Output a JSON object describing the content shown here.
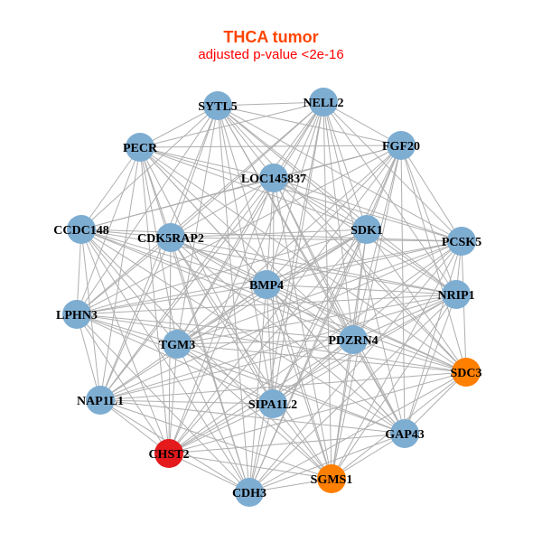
{
  "title": "THCA tumor",
  "subtitle": "adjusted p-value <2e-16",
  "colors": {
    "default": "#7EADD2",
    "orange": "#FF7F00",
    "red": "#E41A1C",
    "edge": "#AFAFAF"
  },
  "nodes": [
    {
      "id": "SYTL5",
      "color": "default"
    },
    {
      "id": "NELL2",
      "color": "default"
    },
    {
      "id": "PECR",
      "color": "default"
    },
    {
      "id": "FGF20",
      "color": "default"
    },
    {
      "id": "LOC145837",
      "color": "default"
    },
    {
      "id": "CCDC148",
      "color": "default"
    },
    {
      "id": "CDK5RAP2",
      "color": "default"
    },
    {
      "id": "SDK1",
      "color": "default"
    },
    {
      "id": "PCSK5",
      "color": "default"
    },
    {
      "id": "BMP4",
      "color": "default"
    },
    {
      "id": "NRIP1",
      "color": "default"
    },
    {
      "id": "LPHN3",
      "color": "default"
    },
    {
      "id": "TGM3",
      "color": "default"
    },
    {
      "id": "PDZRN4",
      "color": "default"
    },
    {
      "id": "SDC3",
      "color": "orange"
    },
    {
      "id": "NAP1L1",
      "color": "default"
    },
    {
      "id": "SIPA1L2",
      "color": "default"
    },
    {
      "id": "GAP43",
      "color": "default"
    },
    {
      "id": "CHST2",
      "color": "red"
    },
    {
      "id": "SGMS1",
      "color": "orange"
    },
    {
      "id": "CDH3",
      "color": "default"
    }
  ]
}
